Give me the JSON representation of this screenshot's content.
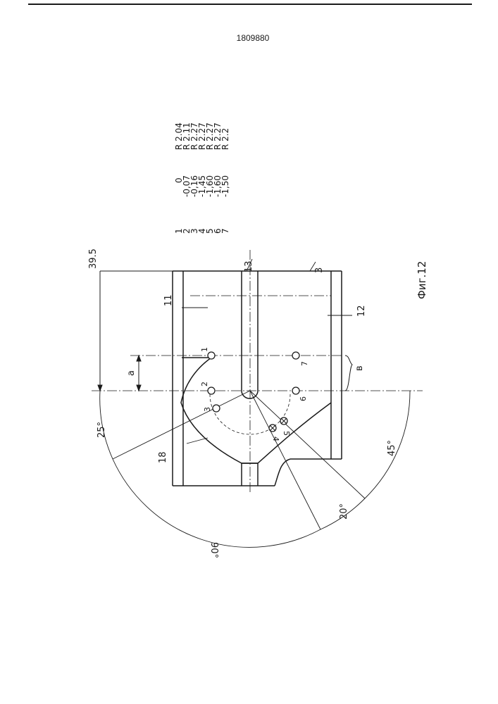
{
  "header": {
    "patent_number": "1809880"
  },
  "table": {
    "index": [
      "1",
      "2",
      "3",
      "4",
      "5",
      "6",
      "7"
    ],
    "offset": [
      "0",
      "-0,07",
      "-0,16",
      "-1,45",
      "-1,60",
      "-1,60",
      "-1,50"
    ],
    "radius": [
      "R 2.04",
      "R 2.11",
      "R 2.27",
      "R 2.27",
      "R 2.27",
      "R 2.27",
      "R 2.2"
    ]
  },
  "drawing": {
    "dim_39_5": "39.5",
    "dim_a": "a",
    "dim_b": "в",
    "angle_25": "25°",
    "angle_45": "45°",
    "angle_20": "20°",
    "angle_90": "90°",
    "label_11": "11",
    "label_12": "12",
    "label_13": "13",
    "label_3": "3",
    "label_18": "18",
    "points": [
      "1",
      "2",
      "3",
      "4",
      "5",
      "6",
      "7"
    ]
  },
  "figure": {
    "caption": "Фиг.12"
  }
}
